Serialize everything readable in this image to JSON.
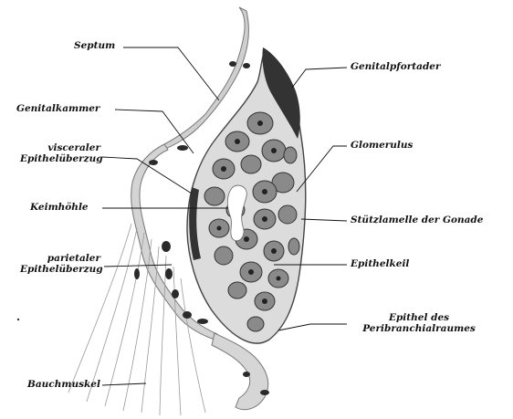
{
  "figure": {
    "labels": {
      "septum": "Septum",
      "genitalkammer": "Genitalkammer",
      "visceraler_1": "visceraler",
      "visceraler_2": "Epithelüberzug",
      "keimhoehle": "Keimhöhle",
      "parietaler_1": "parietaler",
      "parietaler_2": "Epithelüberzug",
      "bauchmuskel": "Bauchmuskel",
      "genitalpfortader": "Genitalpfortader",
      "glomerulus": "Glomerulus",
      "stuetzlamelle": "Stützlamelle der Gonade",
      "epithelkeil": "Epithelkeil",
      "epithel_1": "Epithel des",
      "epithel_2": "Peribranchialraumes"
    },
    "colors": {
      "ink": "#111111",
      "tissue_light": "#d2d2d2",
      "tissue_dark": "#2a2a2a",
      "background": "#ffffff"
    }
  }
}
